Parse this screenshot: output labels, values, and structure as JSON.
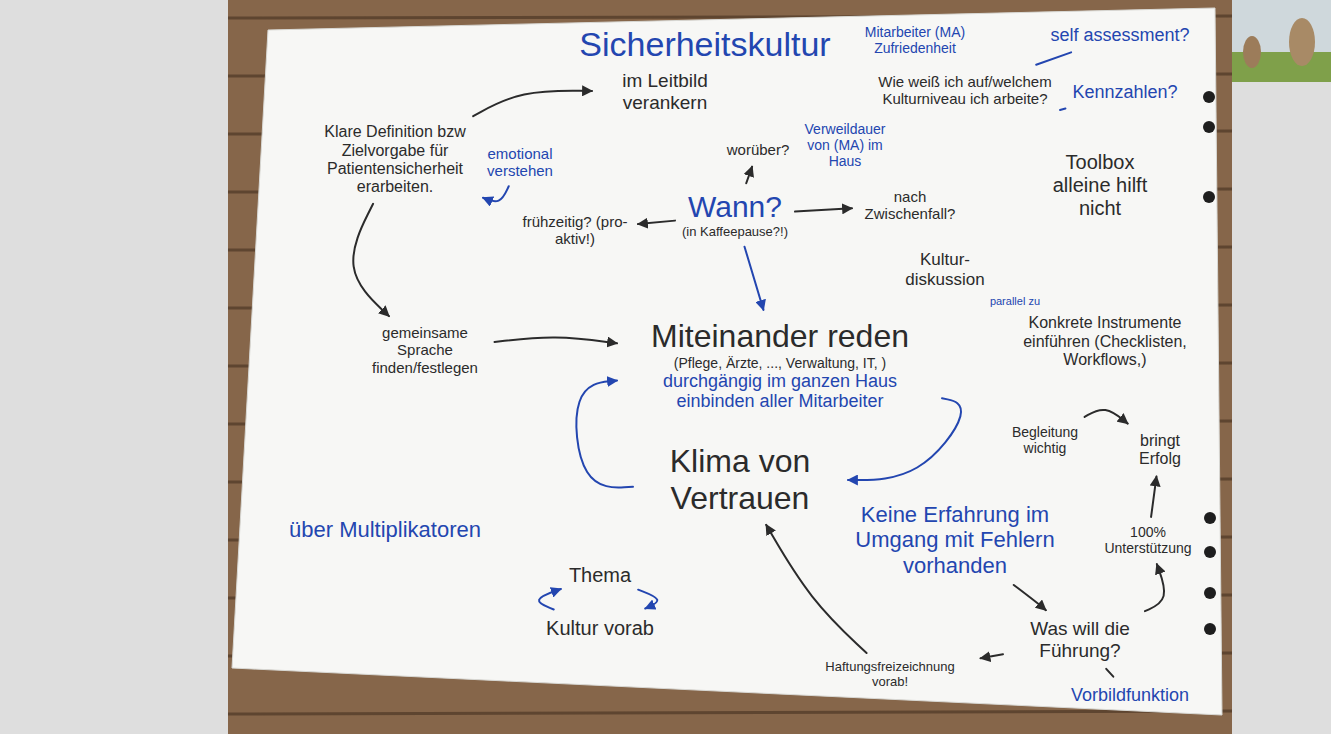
{
  "diagram": {
    "title": "Sicherheitskultur",
    "nodes": [
      {
        "text": [
          "im Leitbild verankern"
        ]
      },
      {
        "text": [
          "Wie weiß ich auf/welchem Kulturniveau ich arbeite?"
        ]
      },
      {
        "text": [
          "self assessment?"
        ]
      },
      {
        "text": [
          "Kennzahlen?"
        ]
      },
      {
        "text": [
          "Klare Definition bzw Zielvorgabe für Patientensicherheit erarbeiten."
        ]
      },
      {
        "text": [
          "emotional verstehen"
        ]
      },
      {
        "text": [
          "worüber?"
        ]
      },
      {
        "text": [
          "Wann?",
          "(in Kaffeepause?!)"
        ]
      },
      {
        "text": [
          "frühzeitig? (pro-aktiv!)"
        ]
      },
      {
        "text": [
          "nach Zwischenfall?"
        ]
      },
      {
        "text": [
          "gemeinsame Sprache finden/festlegen"
        ]
      },
      {
        "text": [
          "Miteinander reden",
          "(Pflege, Ärzte, ..., Verwaltung, IT, )",
          "durchgängig im ganzen Haus einbinden aller Mitarbeiter"
        ]
      },
      {
        "text": [
          "Klima von Vertrauen"
        ]
      },
      {
        "text": [
          "Kultur- diskussion"
        ]
      },
      {
        "text": [
          "Konkrete Instrumente einführen (Checklisten, Workflows,)"
        ]
      },
      {
        "text": [
          "Begleitung wichtig"
        ]
      },
      {
        "text": [
          "bringt Erfolg"
        ]
      },
      {
        "text": [
          "100% Unterstützung"
        ]
      },
      {
        "text": [
          "Keine Erfahrung im Umgang mit Fehlern vorhanden"
        ]
      },
      {
        "text": [
          "Was will die Führung?"
        ]
      },
      {
        "text": [
          "Vorbildfunktion"
        ]
      },
      {
        "text": [
          "Haftungsfreizeichnung vorab!"
        ]
      },
      {
        "text": [
          "Thema"
        ]
      },
      {
        "text": [
          "Kultur vorab"
        ]
      }
    ],
    "edges": [
      {
        "from": 4,
        "to": 0,
        "arrow": "to"
      },
      {
        "from": 5,
        "to": 4,
        "arrow": "to"
      },
      {
        "from": 7,
        "to": 6,
        "arrow": "to"
      },
      {
        "from": 7,
        "to": 8,
        "arrow": "to"
      },
      {
        "from": 7,
        "to": 9,
        "arrow": "to"
      },
      {
        "from": 7,
        "to": 11,
        "arrow": "to"
      },
      {
        "from": 4,
        "to": 10,
        "arrow": "to"
      },
      {
        "from": 10,
        "to": 11,
        "arrow": "to"
      },
      {
        "from": 11,
        "to": 12,
        "arrow": "to"
      },
      {
        "from": 12,
        "to": 11,
        "arrow": "to"
      },
      {
        "from": 2,
        "to": 1,
        "arrow": "none"
      },
      {
        "from": 3,
        "to": 1,
        "arrow": "none"
      },
      {
        "from": 13,
        "to": 14,
        "label": "parallel zu",
        "arrow": "none"
      },
      {
        "from": 15,
        "to": 16,
        "arrow": "to"
      },
      {
        "from": 17,
        "to": 16,
        "arrow": "to"
      },
      {
        "from": 18,
        "to": 19,
        "arrow": "to"
      },
      {
        "from": 19,
        "to": 17,
        "arrow": "to"
      },
      {
        "from": 19,
        "to": 21,
        "arrow": "to"
      },
      {
        "from": 19,
        "to": 20,
        "arrow": "none"
      },
      {
        "from": 21,
        "to": 12,
        "arrow": "to"
      },
      {
        "from": 22,
        "to": 23,
        "arrow": "to"
      },
      {
        "from": 23,
        "to": 22,
        "arrow": "to"
      }
    ],
    "labels": [
      "Mitarbeiter (MA) Zufriedenheit",
      "Verweildauer von (MA) im Haus",
      "Toolbox alleine hilft nicht",
      "über Multiplikatoren"
    ]
  }
}
